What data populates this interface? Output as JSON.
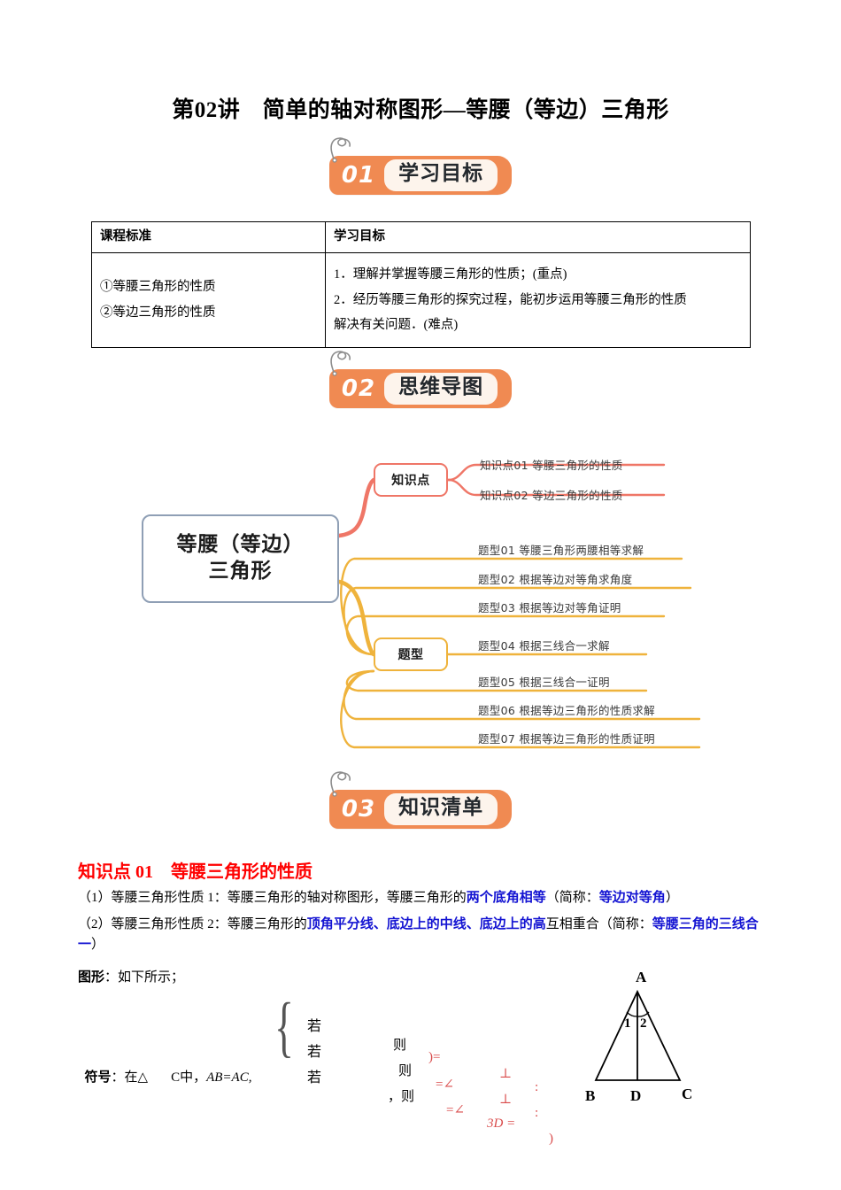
{
  "document": {
    "title": "第02讲　简单的轴对称图形—等腰（等边）三角形"
  },
  "sections": [
    {
      "number": "01",
      "label": "学习目标"
    },
    {
      "number": "02",
      "label": "思维导图"
    },
    {
      "number": "03",
      "label": "知识清单"
    }
  ],
  "objectives_table": {
    "headers": [
      "课程标准",
      "学习目标"
    ],
    "rows": [
      {
        "standard_lines": [
          "①等腰三角形的性质",
          "②等边三角形的性质"
        ],
        "goal_lines": [
          "1．理解并掌握等腰三角形的性质；(重点)",
          "2．经历等腰三角形的探究过程，能初步运用等腰三角形的性质",
          "解决有关问题．(难点)"
        ]
      }
    ]
  },
  "mindmap": {
    "root": "等腰（等边）\n三角形",
    "branches": [
      {
        "label": "知识点",
        "color": "#ef7667",
        "leaves": [
          "知识点01  等腰三角形的性质",
          "知识点02  等边三角形的性质"
        ]
      },
      {
        "label": "题型",
        "color": "#efb33c",
        "leaves": [
          "题型01  等腰三角形两腰相等求解",
          "题型02  根据等边对等角求角度",
          "题型03  根据等边对等角证明",
          "题型04  根据三线合一求解",
          "题型05  根据三线合一证明",
          "题型06  根据等边三角形的性质求解",
          "题型07  根据等边三角形的性质证明"
        ]
      }
    ]
  },
  "knowledge_point": {
    "heading": "知识点 01　等腰三角形的性质",
    "heading_color": "#ff0000",
    "property1": {
      "prefix": "（1）等腰三角形性质 1：等腰三角形的轴对称图形，等腰三角形的",
      "highlight1": "两个底角相等",
      "mid": "（简称：",
      "highlight2": "等边对等角",
      "suffix": "）"
    },
    "property2": {
      "prefix": "（2）等腰三角形性质 2：等腰三角形的",
      "highlight1": "顶角平分线、底边上的中线、底边上的高",
      "mid": "互相重合（简称：",
      "highlight2": "等腰三角的三线合一",
      "suffix": "）"
    },
    "figure_label": "图形：如下所示；",
    "figure_label_bold": "图形",
    "symbol_label": "符号",
    "symbol_text_a": "：在△",
    "symbol_text_b": "C中，",
    "symbol_text_c": "AB=AC,",
    "formula_rows": [
      {
        "if": "若",
        "then": "则",
        "eq1": ")=",
        "perp": "⊥",
        "tail": ":"
      },
      {
        "if": "若",
        "then": "则",
        "eq1": "=∠",
        "perp": "⊥",
        "tail": ":"
      },
      {
        "if": "若",
        "then": "，则",
        "eq1": "=∠",
        "eq2": "3D =",
        "tail": ")"
      }
    ]
  },
  "triangle_figure": {
    "vertices": [
      "A",
      "B",
      "C",
      "D"
    ],
    "angle_labels": [
      "1",
      "2"
    ]
  },
  "colors": {
    "badge_orange": "#f08a52",
    "badge_pill": "#fdf4ec",
    "root_border": "#8f9fb5",
    "branch_red": "#ef7667",
    "branch_yellow": "#efb33c",
    "heading_red": "#ff0000",
    "highlight_blue": "#1414d2",
    "formula_red": "#d94a4a"
  }
}
